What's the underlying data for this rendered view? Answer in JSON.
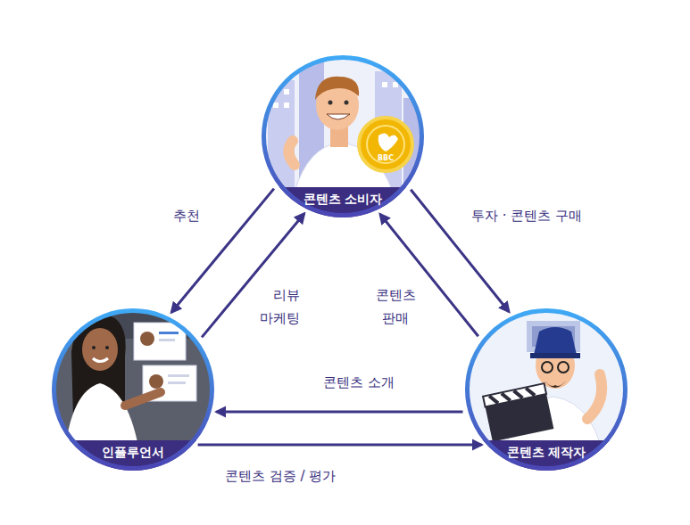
{
  "diagram": {
    "nodes": [
      {
        "text": [
          "콘텐츠 소비자"
        ]
      },
      {
        "text": [
          "인플루언서"
        ]
      },
      {
        "text": [
          "콘텐츠 제작자"
        ]
      }
    ],
    "edges": [
      {
        "from": 0,
        "to": 1,
        "label": "추천",
        "arrow": "to"
      },
      {
        "from": 1,
        "to": 0,
        "label": "리뷰 마케팅",
        "arrow": "to"
      },
      {
        "from": 0,
        "to": 2,
        "label": "투자 · 콘텐츠 구매",
        "arrow": "to"
      },
      {
        "from": 2,
        "to": 0,
        "label": "콘텐츠 판매",
        "arrow": "to"
      },
      {
        "from": 2,
        "to": 1,
        "label": "콘텐츠 소개",
        "arrow": "to"
      },
      {
        "from": 1,
        "to": 2,
        "label": "콘텐츠 검증 / 평가",
        "arrow": "to"
      }
    ],
    "labels": [
      "BBC"
    ]
  }
}
